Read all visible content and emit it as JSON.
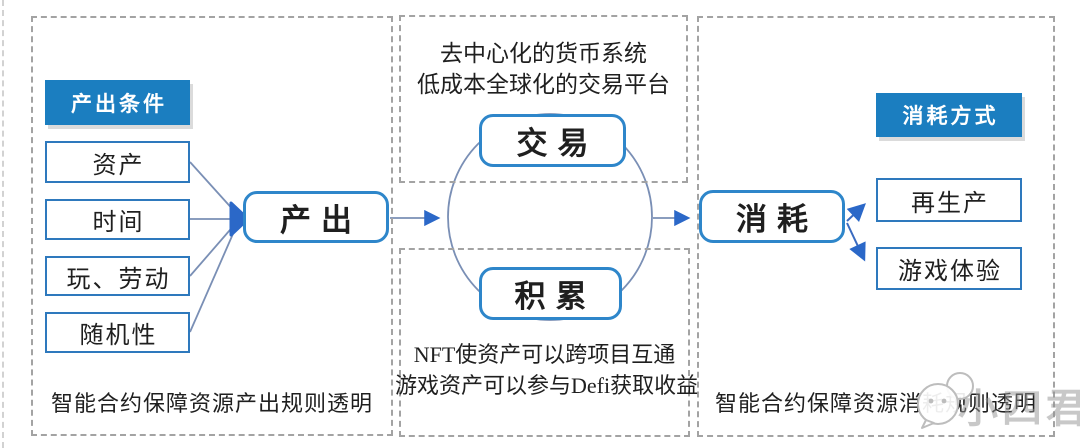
{
  "colors": {
    "accent_blue": "#1b7ec0",
    "box_border_blue": "#2e79bd",
    "rounded_border_blue": "#2e86ca",
    "connector_gray_blue": "#7a8fb5",
    "arrowhead_blue": "#2b68c8",
    "dashed_border_gray": "#a3a3a3",
    "text_dark": "#1f1f1f",
    "watermark_gray": "#b3b3b3"
  },
  "left_panel": {
    "header": "产出条件",
    "items": [
      {
        "label": "资产"
      },
      {
        "label": "时间"
      },
      {
        "label": "玩、劳动"
      },
      {
        "label": "随机性"
      }
    ],
    "node_label": "产出",
    "caption": "智能合约保障资源产出规则透明"
  },
  "middle_panel": {
    "top_note_line1": "去中心化的货币系统",
    "top_note_line2": "低成本全球化的交易平台",
    "trade_label": "交易",
    "accumulate_label": "积累",
    "bottom_note_line1": "NFT使资产可以跨项目互通",
    "bottom_note_line2": "游戏资产可以参与Defi获取收益"
  },
  "right_panel": {
    "header": "消耗方式",
    "node_label": "消耗",
    "items": [
      {
        "label": "再生产"
      },
      {
        "label": "游戏体验"
      }
    ],
    "caption": "智能合约保障资源消耗规则透明"
  },
  "watermark": {
    "icon": "wechat-icon",
    "text": "小四君"
  }
}
